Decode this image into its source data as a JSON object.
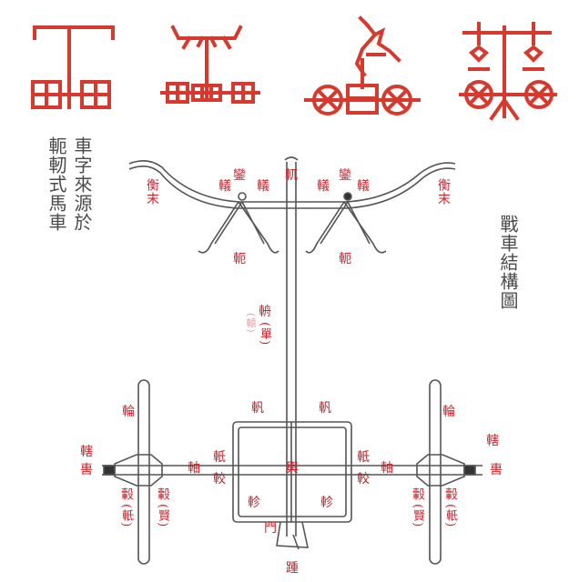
{
  "titles": {
    "left_col1": "車字來源於",
    "left_col2": "軛軔式馬車",
    "right": "戰車結構圖"
  },
  "labels": {
    "heng_mo_left": "衡末",
    "heng_mo_right": "衡末",
    "luan_left": "鑾",
    "luan_right": "鑾",
    "yi_1": "轙",
    "yi_2": "轙",
    "yi_3": "轙",
    "yi_4": "轙",
    "yuan_top": "軏",
    "e_left": "軛",
    "e_right": "軛",
    "zhou_pole": "輈",
    "dan": "(單)",
    "faint": "(轅)",
    "lun_left": "輪",
    "lun_right": "輪",
    "xia_left": "轄",
    "wei_left": "軎",
    "xia_right": "轄",
    "wei_right": "軎",
    "fan_left": "軓",
    "fan_right": "軓",
    "ji_left": "軝",
    "jiao_left": "較",
    "ji_right": "軝",
    "jiao_right": "較",
    "zhou_left": "軸",
    "zhou_right": "軸",
    "yu_center": "輿",
    "zhen_left": "軫",
    "zhen_right": "軫",
    "men": "門",
    "zhong": "踵",
    "gu_1": "轂",
    "gu_1b": "(軝)",
    "gu_2": "轂",
    "gu_2b": "(賢)",
    "gu_3": "轂",
    "gu_3b": "(賢)",
    "gu_4": "轂",
    "gu_4b": "(軝)"
  },
  "colors": {
    "glyph_red": "#d63a2f",
    "label_red": "#c8252c",
    "line_gray": "#555555",
    "title_gray": "#4a4a4a"
  },
  "glyphs": [
    "oracle-chariot-glyph-1",
    "oracle-chariot-glyph-2",
    "oracle-chariot-glyph-3",
    "oracle-chariot-glyph-4"
  ]
}
